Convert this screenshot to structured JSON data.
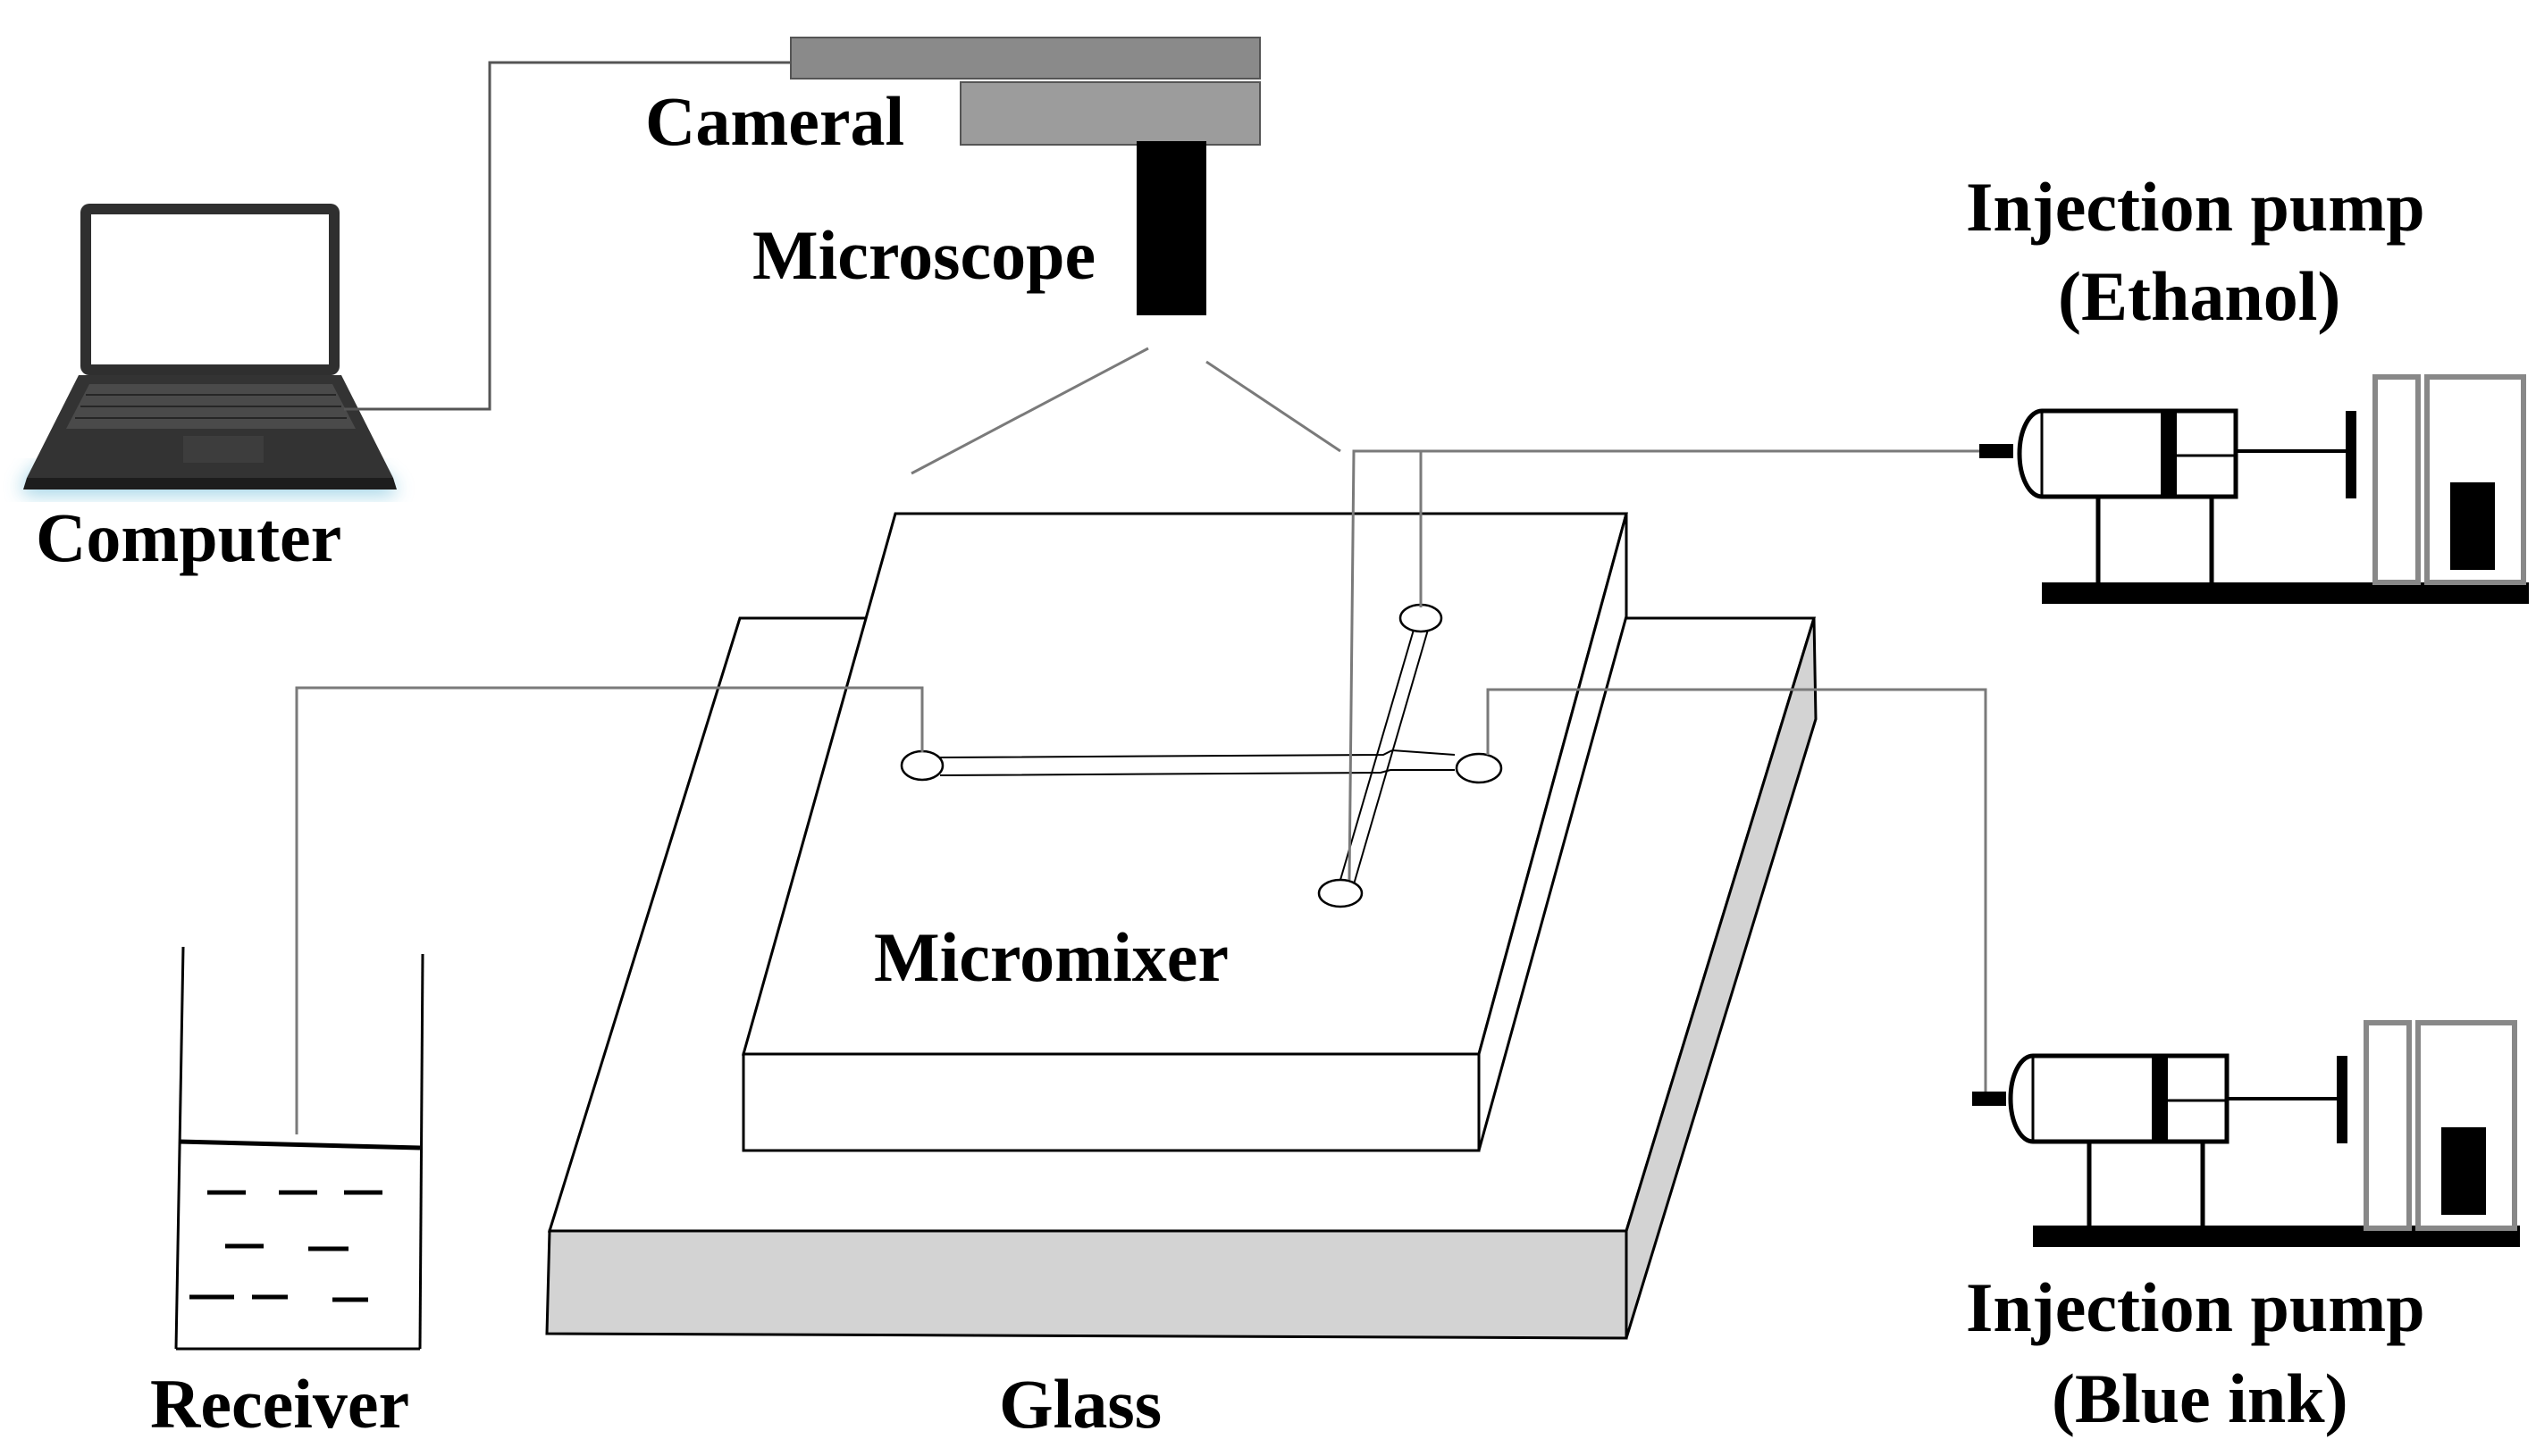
{
  "labels": {
    "camera": "Cameral",
    "microscope": "Microscope",
    "computer": "Computer",
    "pump_top": "Injection pump",
    "pump_top_fluid": "(Ethanol)",
    "pump_bottom": "Injection pump",
    "pump_bottom_fluid": "(Blue ink)",
    "micromixer": "Micromixer",
    "receiver": "Receiver",
    "glass": "Glass"
  },
  "colors": {
    "line": "#000000",
    "tube": "#7a7a7a",
    "camera_dark": "#8a8a8a",
    "camera_light": "#9c9c9c",
    "glass_side": "#d3d3d3",
    "laptop_body": "#2f2f2f",
    "laptop_glow": "#9fd3e6",
    "pump_base": "#000000"
  }
}
